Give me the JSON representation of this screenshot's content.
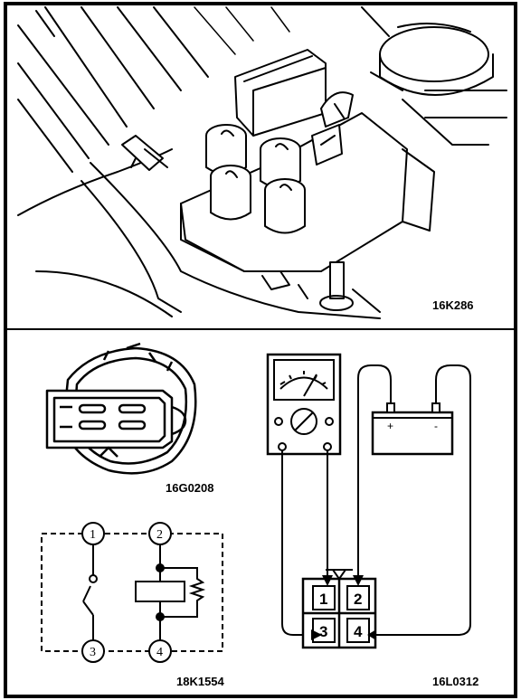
{
  "figure_codes": {
    "engine_bay": "16K286",
    "connector": "16G0208",
    "circuit": "18K1554",
    "test_setup": "16L0312"
  },
  "circuit_terminals": [
    "1",
    "2",
    "3",
    "4"
  ],
  "connector_pins": [
    "1",
    "2",
    "3",
    "4"
  ],
  "battery_terminals": [
    "+",
    "-"
  ]
}
